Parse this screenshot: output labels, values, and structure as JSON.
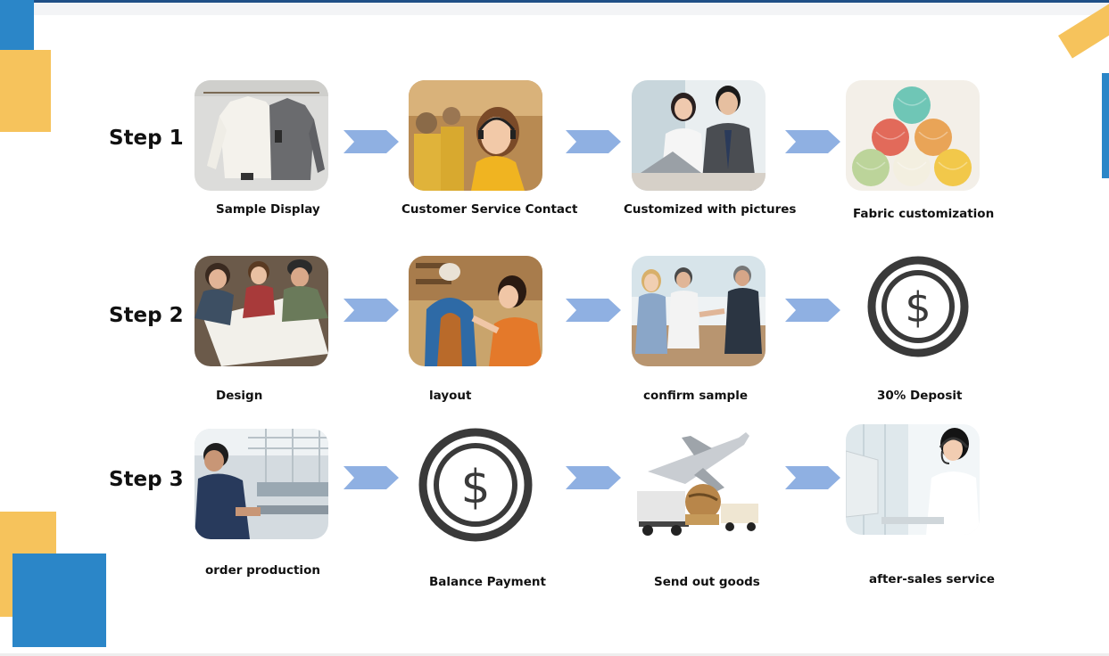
{
  "steps": [
    {
      "label": "Step 1",
      "items": [
        {
          "caption": "Sample Display",
          "icon": "sweater-photo"
        },
        {
          "caption": "Customer Service Contact",
          "icon": "headset-agent-photo"
        },
        {
          "caption": "Customized with pictures",
          "icon": "business-meeting-photo"
        },
        {
          "caption": "Fabric customization",
          "icon": "yarn-balls-photo"
        }
      ]
    },
    {
      "label": "Step 2",
      "items": [
        {
          "caption": "Design",
          "icon": "design-team-photo"
        },
        {
          "caption": "layout",
          "icon": "tailor-mannequin-photo"
        },
        {
          "caption": "confirm sample",
          "icon": "handshake-photo"
        },
        {
          "caption": "30% Deposit",
          "icon": "dollar-coin-icon"
        }
      ]
    },
    {
      "label": "Step 3",
      "items": [
        {
          "caption": "order production",
          "icon": "factory-worker-photo"
        },
        {
          "caption": "Balance Payment",
          "icon": "dollar-coin-icon"
        },
        {
          "caption": "Send out goods",
          "icon": "logistics-plane-truck-photo"
        },
        {
          "caption": "after-sales service",
          "icon": "support-agent-photo"
        }
      ]
    }
  ],
  "colors": {
    "accent_blue": "#2b86c8",
    "accent_yellow": "#f6c35c",
    "arrow": "#8fb0e2",
    "coin": "#3a3a3a"
  }
}
